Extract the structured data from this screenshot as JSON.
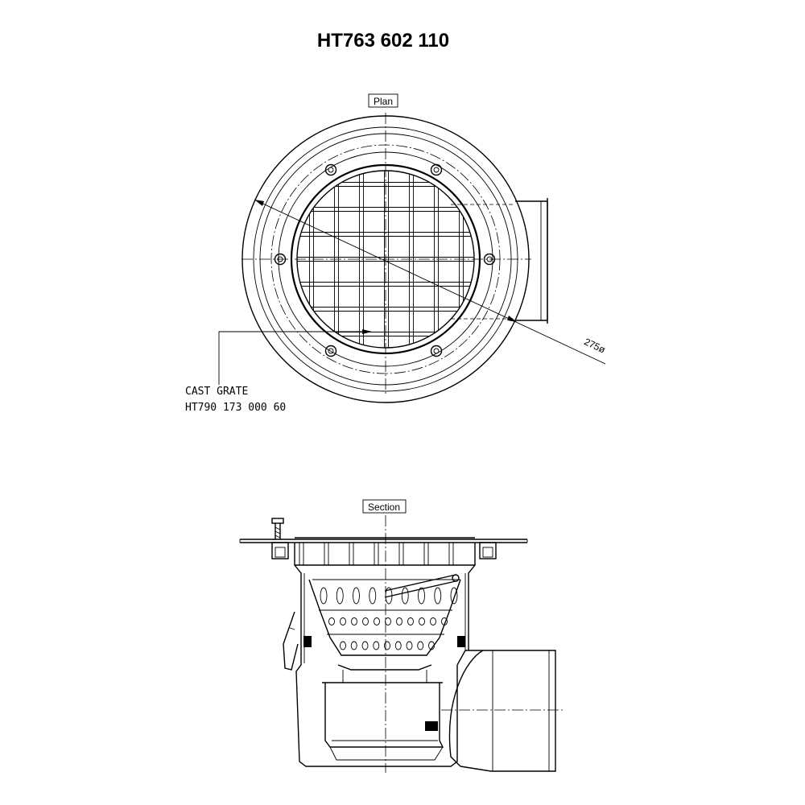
{
  "title": "HT763 602 110",
  "plan": {
    "label": "Plan",
    "dimension": "275ø",
    "callout": {
      "line1": "CAST GRATE",
      "line2": "HT790 173 000 60"
    }
  },
  "section": {
    "label": "Section"
  },
  "colors": {
    "ink": "#000000",
    "paper": "#ffffff"
  }
}
